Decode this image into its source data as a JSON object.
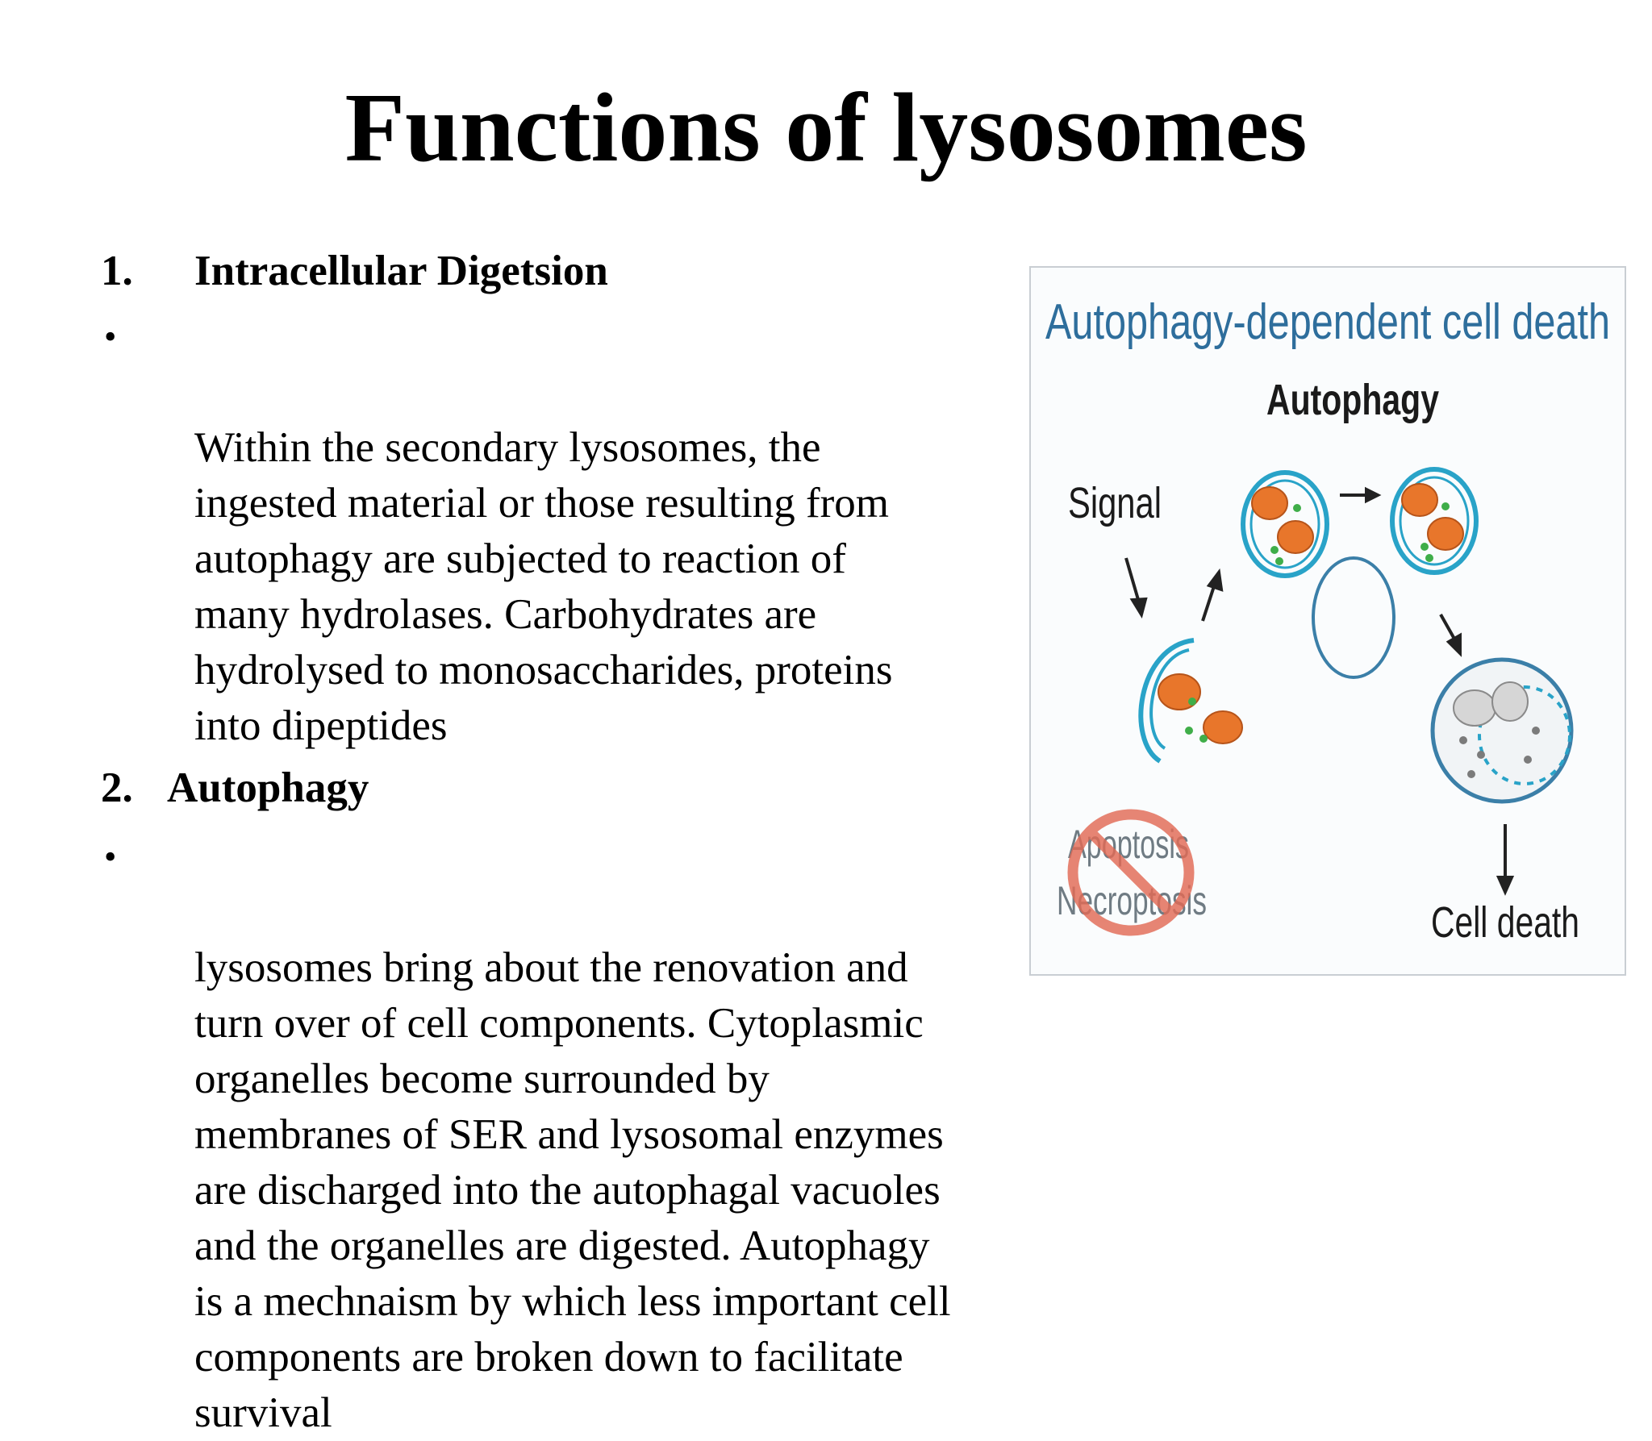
{
  "slide": {
    "title": "Functions of lysosomes",
    "sections": [
      {
        "number": "1.",
        "heading": "Intracellular Digetsion",
        "bullet": "•",
        "text": "Within the secondary lysosomes, the\ningested material or those resulting from\nautophagy are subjected to reaction of\nmany hydrolases. Carbohydrates are\nhydrolysed to monosaccharides, proteins\ninto dipeptides"
      },
      {
        "number": "2.",
        "heading": "Autophagy",
        "bullet": "•",
        "text": " lysosomes bring about the renovation and\nturn over of cell components. Cytoplasmic\norganelles become surrounded by\nmembranes of SER and lysosomal enzymes\nare discharged into the autophagal vacuoles\nand the organelles are digested. Autophagy\nis a mechnaism by which less important cell\ncomponents are broken down to facilitate\nsurvival"
      }
    ]
  },
  "figure": {
    "title": "Autophagy-dependent cell death",
    "autophagy_label": "Autophagy",
    "signal_label": "Signal",
    "blocked_label_1": "Apoptosis",
    "blocked_label_2": "Necroptosis",
    "outcome_label": "Cell death",
    "colors": {
      "title": "#2e6e9c",
      "membrane": "#29a3c8",
      "lysosome_outline": "#3b7fa8",
      "mitochondrion": "#e8762b",
      "dot": "#3fae49",
      "prohibit": "#e26a55",
      "grey": "#7b7b7b"
    }
  }
}
